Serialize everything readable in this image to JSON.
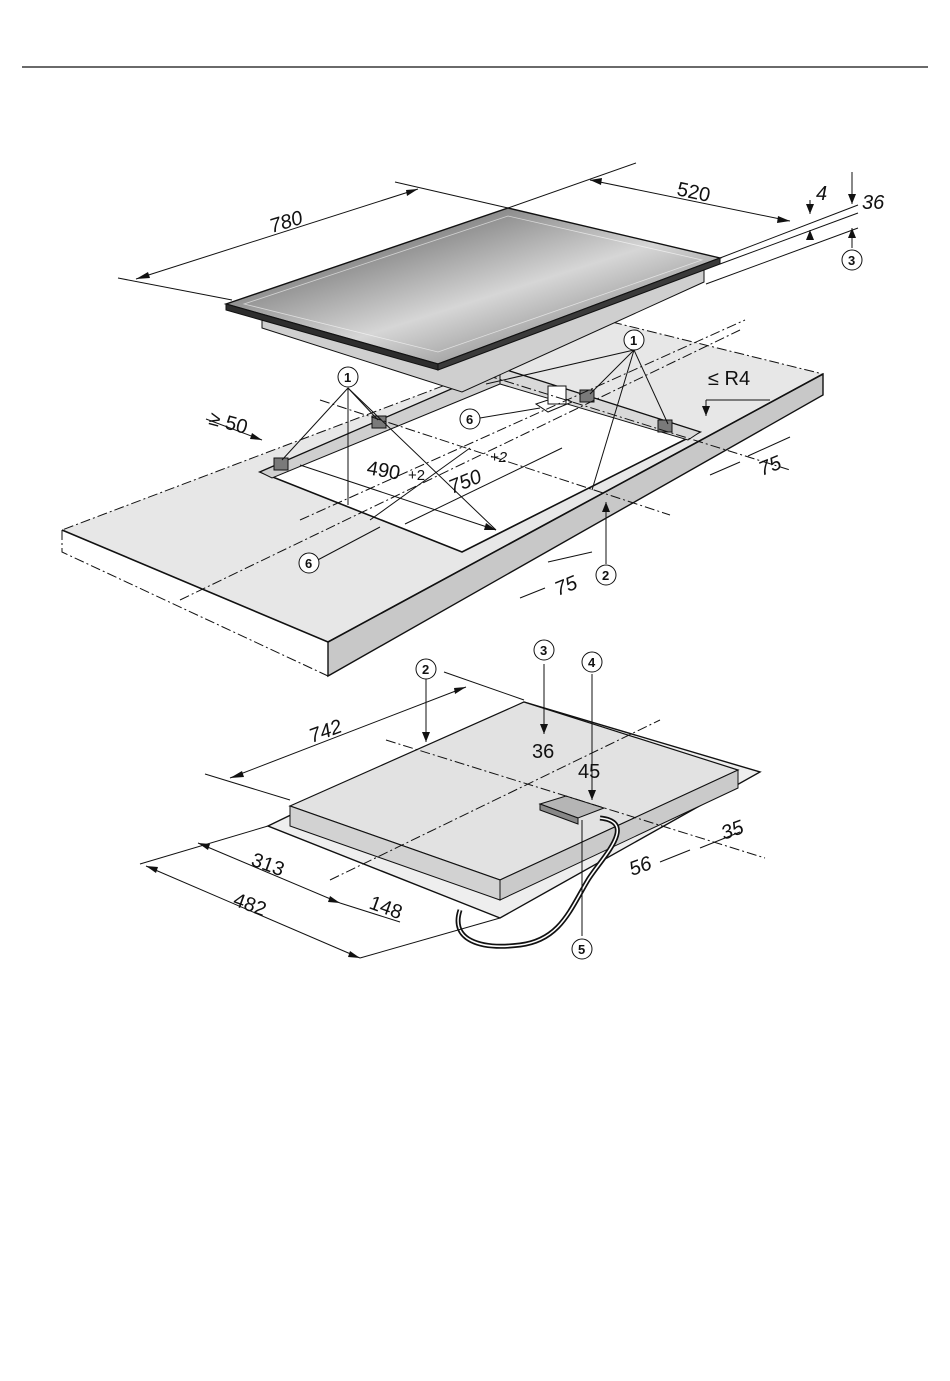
{
  "top_dims": {
    "width": "780",
    "depth": "520",
    "glass_thickness": "4",
    "total_height": "36"
  },
  "cutout_dims": {
    "min_edge": "≥ 50",
    "radius": "≤ R4",
    "cut_depth": "490",
    "cut_depth_tol": "+2",
    "cut_width": "750",
    "cut_width_tol": "+2",
    "clearance_right": "75",
    "clearance_front": "75"
  },
  "bottom_dims": {
    "width": "742",
    "depth_total": "482",
    "depth_mid": "313",
    "depth_front": "148",
    "height_center": "36",
    "height_box": "45",
    "box_offset": "56",
    "box_width": "35"
  },
  "callouts": {
    "c1": "1",
    "c2": "2",
    "c3": "3",
    "c4": "4",
    "c5": "5",
    "c6": "6"
  },
  "colors": {
    "glass_dark": "#4a4a4a",
    "glass_light": "#d8d8d8",
    "worktop": "#e6e6e6",
    "worktop_edge": "#c9c9c9",
    "line": "#111111"
  }
}
